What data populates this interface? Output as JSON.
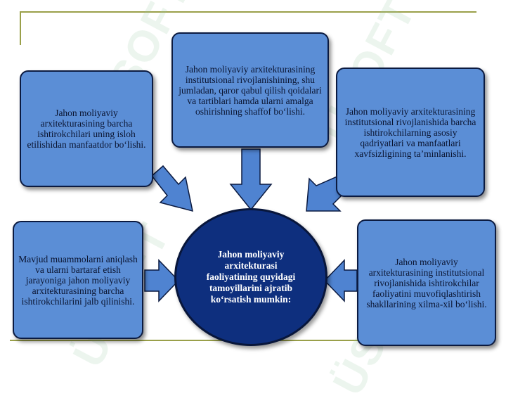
{
  "center": {
    "text": "Jahon moliyaviy arxitekturasi faoliyatining quyidagi tamoyillarini ajratib ko‘rsatish mumkin:"
  },
  "boxes": {
    "top": "Jahon moliyaviy arxitekturasining institutsional rivojlanishining, shu jumladan, qaror qabul qilish qoidalari va tartiblari hamda ularni amalga oshirishning shaffof bo‘lishi.",
    "top_left": "Jahon moliyaviy arxitekturasining barcha ishtirokchilari uning isloh etilishidan manfaatdor bo‘lishi.",
    "top_right": "Jahon moliyaviy arxitekturasining institutsional rivojlanishida barcha ishtirokchilarning asosiy qadriyatlari va manfaatlari xavfsizligining ta’minlanishi.",
    "bottom_left": "Mavjud muammolarni aniqlash va ularni bartaraf etish jarayoniga jahon moliyaviy arxitekturasining barcha ishtirokchilarini jalb qilinishi.",
    "bottom_right": "Jahon moliyaviy arxitekturasining institutsional rivojlanishida ishtirokchilar faoliyatini muvofiqlashtirish shakllarining xilma-xil bo‘lishi."
  },
  "watermark": {
    "text": "ÜSOFT"
  },
  "colors": {
    "box_fill": "#5b8ed6",
    "box_border": "#0b1a40",
    "center_fill": "#0e2f7e",
    "arrow_fill": "#4f83d1",
    "frame_line": "#9aa04a"
  }
}
